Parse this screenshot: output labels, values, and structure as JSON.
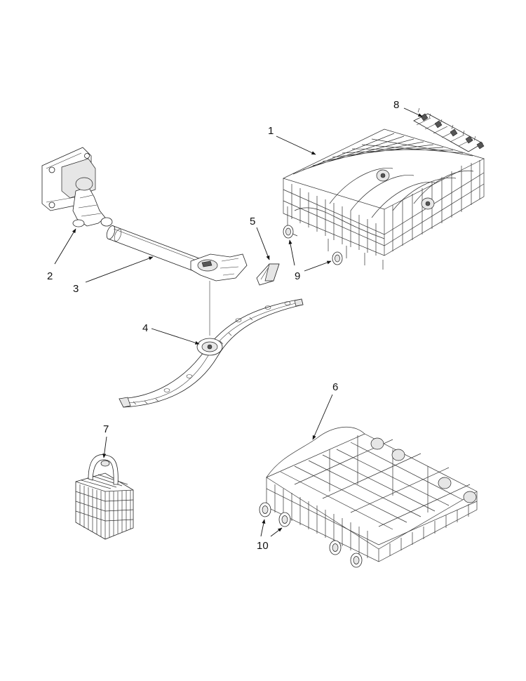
{
  "callouts": {
    "c1": "1",
    "c2": "2",
    "c3": "3",
    "c4": "4",
    "c5": "5",
    "c6": "6",
    "c7": "7",
    "c8": "8",
    "c9": "9",
    "c10": "10"
  },
  "parts": [
    {
      "callout": "1",
      "icon": "upper-dishrack-icon"
    },
    {
      "callout": "2",
      "icon": "water-inlet-manifold-icon"
    },
    {
      "callout": "3",
      "icon": "spray-tube-icon"
    },
    {
      "callout": "4",
      "icon": "lower-spray-arm-icon"
    },
    {
      "callout": "5",
      "icon": "small-bracket-icon"
    },
    {
      "callout": "6",
      "icon": "lower-dishrack-icon"
    },
    {
      "callout": "7",
      "icon": "silverware-basket-icon"
    },
    {
      "callout": "8",
      "icon": "tine-row-icon"
    },
    {
      "callout": "9",
      "icon": "upper-rack-wheel-icon"
    },
    {
      "callout": "10",
      "icon": "lower-rack-wheel-icon"
    }
  ]
}
